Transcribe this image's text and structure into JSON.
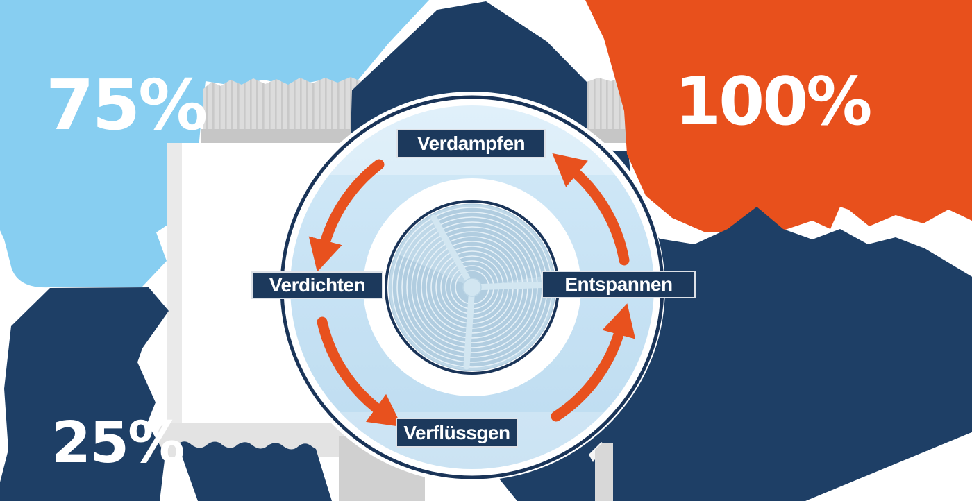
{
  "figure": {
    "type": "heat-pump-refrigerant-cycle-infographic",
    "language": "de",
    "percent_labels": {
      "top_left": "75%",
      "top_right": "100%",
      "bottom_left": "25%"
    },
    "cycle_steps": [
      {
        "label": "Verdampfen",
        "position": "top"
      },
      {
        "label": "Verdichten",
        "position": "left"
      },
      {
        "label": "Verflüssgen",
        "position": "bottom"
      },
      {
        "label": "Entspannen",
        "position": "right"
      }
    ],
    "flow_direction": "counterclockwise",
    "icons": [
      "fan-icon",
      "curved-arrow-top-left-icon",
      "curved-arrow-bottom-left-icon",
      "curved-arrow-bottom-right-icon",
      "curved-arrow-top-right-icon"
    ],
    "colors": {
      "sky_blue_blob": "#87CEF1",
      "orange_blob": "#E8501C",
      "navy_blob": "#1E3F66",
      "navy_wedge": "#1D3D63",
      "label_box": "#1C395C",
      "ring_outline": "#1A3458",
      "annulus_blue": "#C7E2F4",
      "arrow_orange": "#E8511E",
      "fan_disc": "#BFD8E8",
      "text_white": "#FFFFFF"
    }
  }
}
